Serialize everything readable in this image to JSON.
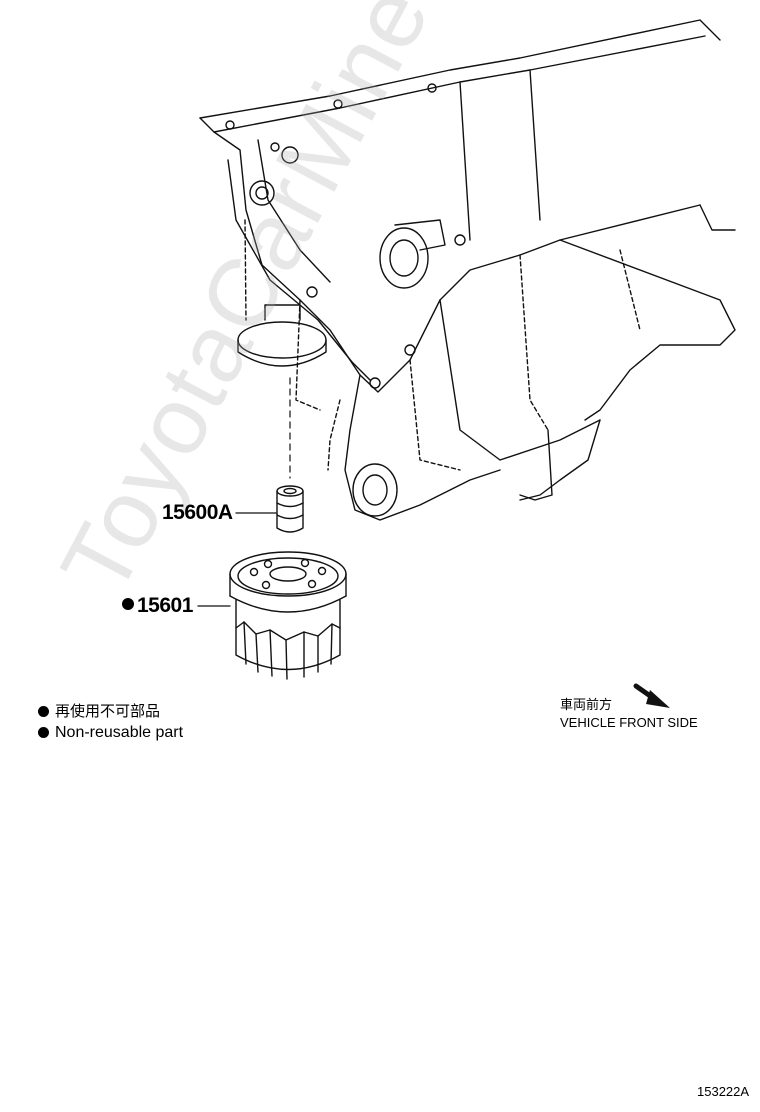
{
  "parts": {
    "p1": {
      "label": "15600A",
      "nonreusable": false
    },
    "p2": {
      "label": "15601",
      "nonreusable": true
    }
  },
  "legend": {
    "line_jp": "再使用不可部品",
    "line_en": "Non-reusable part"
  },
  "front": {
    "label_jp": "車両前方",
    "label_en": "VEHICLE FRONT SIDE"
  },
  "figure_number": "153222A",
  "watermark": "ToyotaCarMine.ru"
}
